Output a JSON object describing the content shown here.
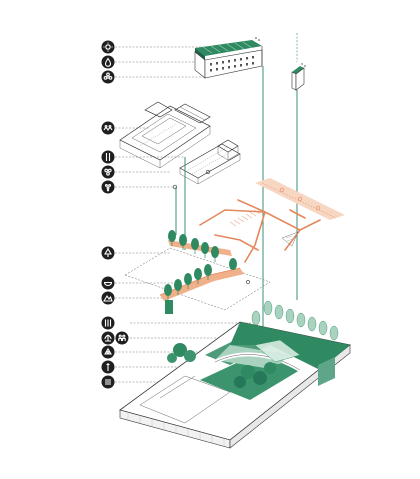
{
  "diagram": {
    "colors": {
      "icon_bg": "#1f1f1f",
      "green_dark": "#2f8a62",
      "green_light": "#a9d3bf",
      "teal_connector": "#3c8f78",
      "orange_path": "#e5885b",
      "orange_light": "#f5c9ae",
      "line_ink": "#333333"
    },
    "legend_icons": [
      {
        "name": "sun-icon"
      },
      {
        "name": "water-drop-icon"
      },
      {
        "name": "flower-icon"
      },
      {
        "name": "crowd-icon"
      },
      {
        "name": "column-icon"
      },
      {
        "name": "cluster-icon"
      },
      {
        "name": "grapes-icon"
      },
      {
        "name": "tree-icon"
      },
      {
        "name": "bowl-icon"
      },
      {
        "name": "mountain-icon"
      },
      {
        "name": "vertical-lines-icon"
      },
      {
        "name": "people-icon"
      },
      {
        "name": "fountain-icon"
      },
      {
        "name": "mixed-icon"
      },
      {
        "name": "torch-icon"
      },
      {
        "name": "stack-icon"
      }
    ],
    "layers": [
      "building-layer",
      "courtyard-buildings-layer",
      "circulation-paths-layer",
      "planting-strip-layer",
      "landscape-base-layer"
    ]
  }
}
